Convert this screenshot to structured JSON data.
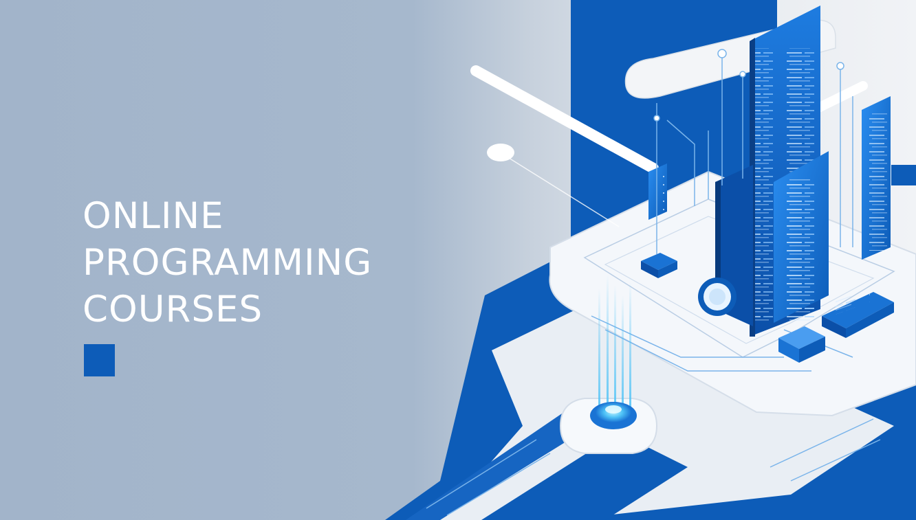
{
  "headline": {
    "line1": "ONLINE",
    "line2": "PROGRAMMING",
    "line3": "COURSES"
  },
  "colors": {
    "background_left": "#a2b4ca",
    "background_right": "#f1f3f6",
    "accent_blue": "#0d5cb8",
    "glow_blue": "#4fc3f7",
    "headline_text": "#ffffff"
  },
  "illustration": {
    "subject": "isometric-tech-server-platform",
    "icons": [
      "code-panel-icon",
      "data-pillar-icon",
      "server-tower-icon",
      "chip-module-icon",
      "glowing-beacon-icon",
      "circuit-trace-icon",
      "ring-node-icon"
    ]
  }
}
